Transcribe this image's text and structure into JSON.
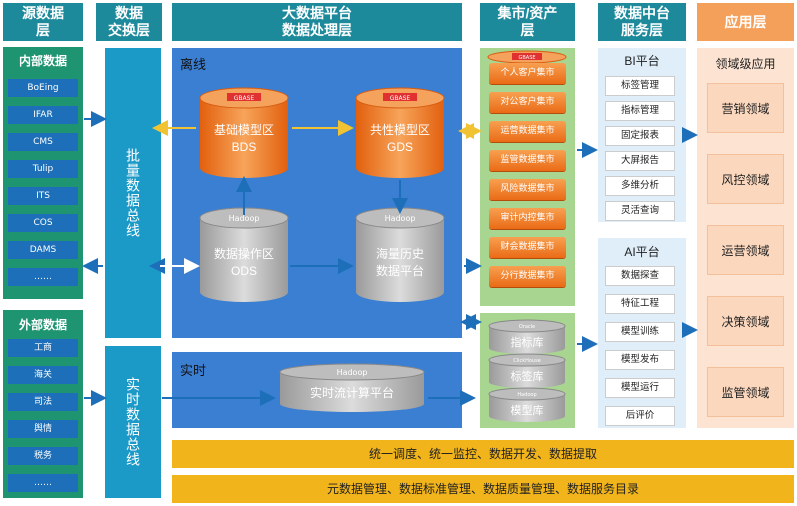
{
  "headers": {
    "source": "源数据\n层",
    "exchange": "数据\n交换层",
    "platform": "大数据平台\n数据处理层",
    "mart": "集市/资产\n层",
    "service": "数据中台\n服务层",
    "app": "应用层"
  },
  "source": {
    "internal_title": "内部数据",
    "internal_items": [
      "BoEing",
      "IFAR",
      "CMS",
      "Tulip",
      "ITS",
      "COS",
      "DAMS",
      "……"
    ],
    "external_title": "外部数据",
    "external_items": [
      "工商",
      "海关",
      "司法",
      "舆情",
      "税务",
      "……"
    ]
  },
  "exchange": {
    "batch_bus": "批量数据总线",
    "realtime_bus": "实时数据总线"
  },
  "processing": {
    "offline_label": "离线",
    "realtime_label": "实时",
    "bds": {
      "badge": "GBASE",
      "line1": "基础模型区",
      "line2": "BDS"
    },
    "gds": {
      "badge": "GBASE",
      "line1": "共性模型区",
      "line2": "GDS"
    },
    "ods": {
      "badge": "Hadoop",
      "line1": "数据操作区",
      "line2": "ODS"
    },
    "history": {
      "badge": "Hadoop",
      "line1": "海量历史",
      "line2": "数据平台"
    },
    "stream": {
      "badge": "Hadoop",
      "line1": "实时流计算平台"
    }
  },
  "mart": {
    "badge": "GBASE",
    "items": [
      "个人客户集市",
      "对公客户集市",
      "运营数据集市",
      "监管数据集市",
      "风险数据集市",
      "审计内控集市",
      "财会数据集市",
      "分行数据集市"
    ],
    "libs": [
      {
        "badge": "Oracle",
        "label": "指标库"
      },
      {
        "badge": "ClickHouse",
        "label": "标签库"
      },
      {
        "badge": "Hadoop",
        "label": "模型库"
      }
    ]
  },
  "service": {
    "bi_title": "BI平台",
    "bi_items": [
      "标签管理",
      "指标管理",
      "固定报表",
      "大屏报告",
      "多维分析",
      "灵活查询"
    ],
    "ai_title": "AI平台",
    "ai_items": [
      "数据探查",
      "特征工程",
      "模型训练",
      "模型发布",
      "模型运行",
      "后评价"
    ]
  },
  "app": {
    "title": "领域级应用",
    "items": [
      "营销领域",
      "风控领域",
      "运营领域",
      "决策领域",
      "监管领域"
    ]
  },
  "bottom": {
    "bar1": "统一调度、统一监控、数据开发、数据提取",
    "bar2": "元数据管理、数据标准管理、数据质量管理、数据服务目录"
  },
  "colors": {
    "header": "#1d8a9c",
    "app_header": "#f5a05a",
    "source_bg": "#1e9470",
    "bus": "#1b9ac8",
    "processing": "#3b7fd3",
    "mart_orange": "#ea6b16",
    "bar": "#f1b41b"
  }
}
